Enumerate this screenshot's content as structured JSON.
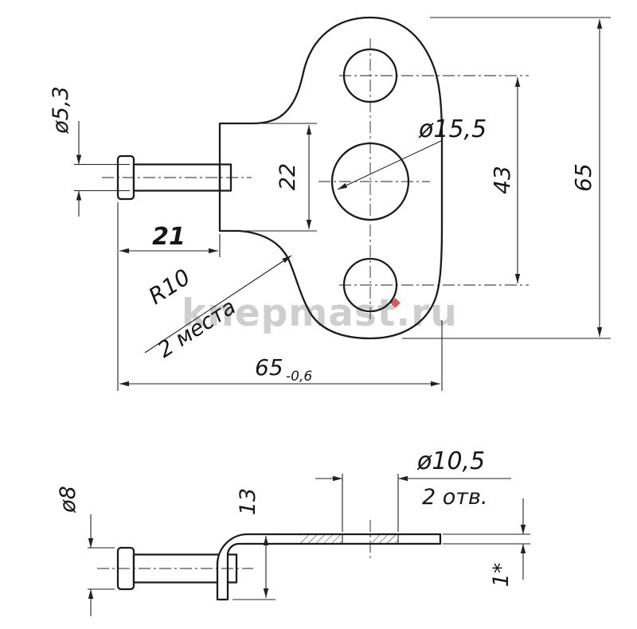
{
  "watermark": {
    "text": "knepmast.ru"
  },
  "top_view": {
    "dims": {
      "pin_shaft_dia": "ø5,3",
      "tab_height": "22",
      "center_hole_dia": "ø15,5",
      "outer_holes_spacing": "43",
      "overall_height": "65",
      "pin_length": "21",
      "fillet_radius": "R10",
      "fillet_note": "2 места",
      "overall_width": "65",
      "overall_width_tolerance": "-0,6"
    }
  },
  "side_view": {
    "dims": {
      "pin_head_dia": "ø8",
      "leg_height": "13",
      "hole_dia": "ø10,5",
      "hole_count_note": "2 отв.",
      "plate_thickness": "1*"
    }
  }
}
